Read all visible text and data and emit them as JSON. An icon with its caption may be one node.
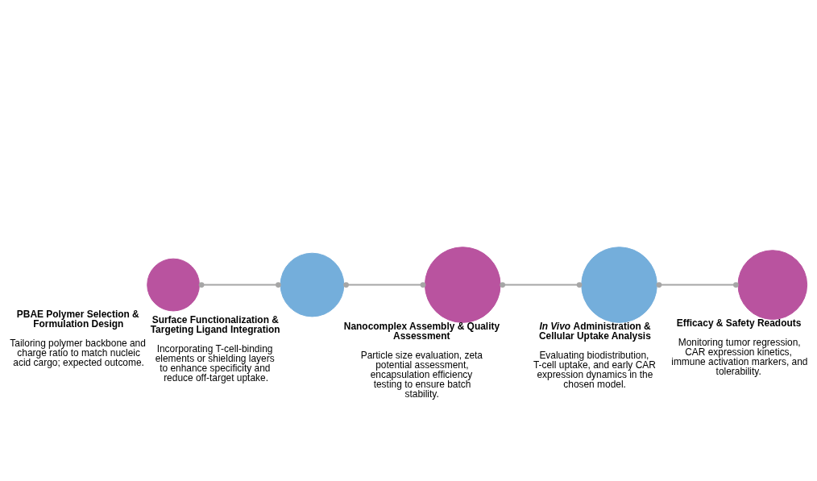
{
  "diagram": {
    "nodes": [
      {
        "text": [
          "PBAE Polymer Selection & Formulation Design",
          "Tailoring polymer backbone and charge ratio to match nucleic acid cargo; expected outcome."
        ]
      },
      {
        "text": [
          "Surface Functionalization & Targeting Ligand Integration",
          "Incorporating T-cell-binding elements or shielding layers to enhance specificity and reduce off-target uptake."
        ]
      },
      {
        "text": [
          "Nanocomplex Assembly & Quality Assessment",
          "Particle size evaluation, zeta potential assessment, encapsulation efficiency testing to ensure batch stability."
        ]
      },
      {
        "text": [
          "*In Vivo* Administration & Cellular Uptake Analysis",
          "Evaluating biodistribution, T-cell uptake, and early CAR expression dynamics in the chosen model."
        ]
      },
      {
        "text": [
          "Efficacy & Safety Readouts",
          "Monitoring tumor regression, CAR expression kinetics, immune activation markers, and tolerability."
        ]
      }
    ],
    "edges": [
      {
        "from": 0,
        "to": 1,
        "arrow": "other"
      },
      {
        "from": 1,
        "to": 2,
        "arrow": "other"
      },
      {
        "from": 2,
        "to": 3,
        "arrow": "other"
      },
      {
        "from": 3,
        "to": 4,
        "arrow": "other"
      }
    ]
  }
}
